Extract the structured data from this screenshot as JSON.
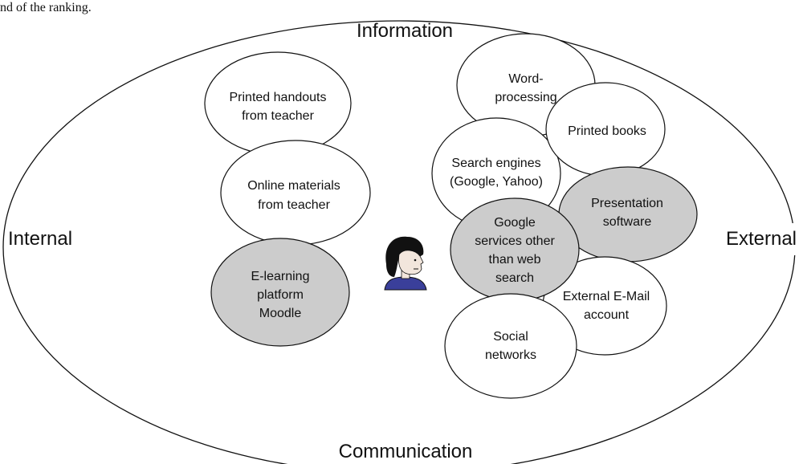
{
  "top_fragment": "nd of the ranking.",
  "axes": {
    "top": "Information",
    "bottom": "Communication",
    "left": "Internal",
    "right": "External"
  },
  "colors": {
    "shaded": "#cccccc",
    "plain": "#ffffff",
    "stroke": "#111111"
  },
  "nodes": [
    {
      "id": "printed-handouts",
      "lines": [
        "Printed handouts",
        "from teacher"
      ],
      "shaded": false
    },
    {
      "id": "online-materials",
      "lines": [
        "Online materials",
        "from teacher"
      ],
      "shaded": false
    },
    {
      "id": "e-learning-moodle",
      "lines": [
        "E-learning",
        "platform",
        "Moodle"
      ],
      "shaded": true
    },
    {
      "id": "word-processing",
      "lines": [
        "Word-",
        "processing"
      ],
      "shaded": false
    },
    {
      "id": "printed-books",
      "lines": [
        "Printed books"
      ],
      "shaded": false
    },
    {
      "id": "search-engines",
      "lines": [
        "Search engines",
        "(Google, Yahoo)"
      ],
      "shaded": false
    },
    {
      "id": "presentation-software",
      "lines": [
        "Presentation",
        "software"
      ],
      "shaded": true
    },
    {
      "id": "google-services",
      "lines": [
        "Google",
        "services other",
        "than web",
        "search"
      ],
      "shaded": true
    },
    {
      "id": "external-email",
      "lines": [
        "External E-Mail",
        "account"
      ],
      "shaded": false
    },
    {
      "id": "social-networks",
      "lines": [
        "Social",
        "networks"
      ],
      "shaded": false
    }
  ],
  "person_icon": "person-icon"
}
